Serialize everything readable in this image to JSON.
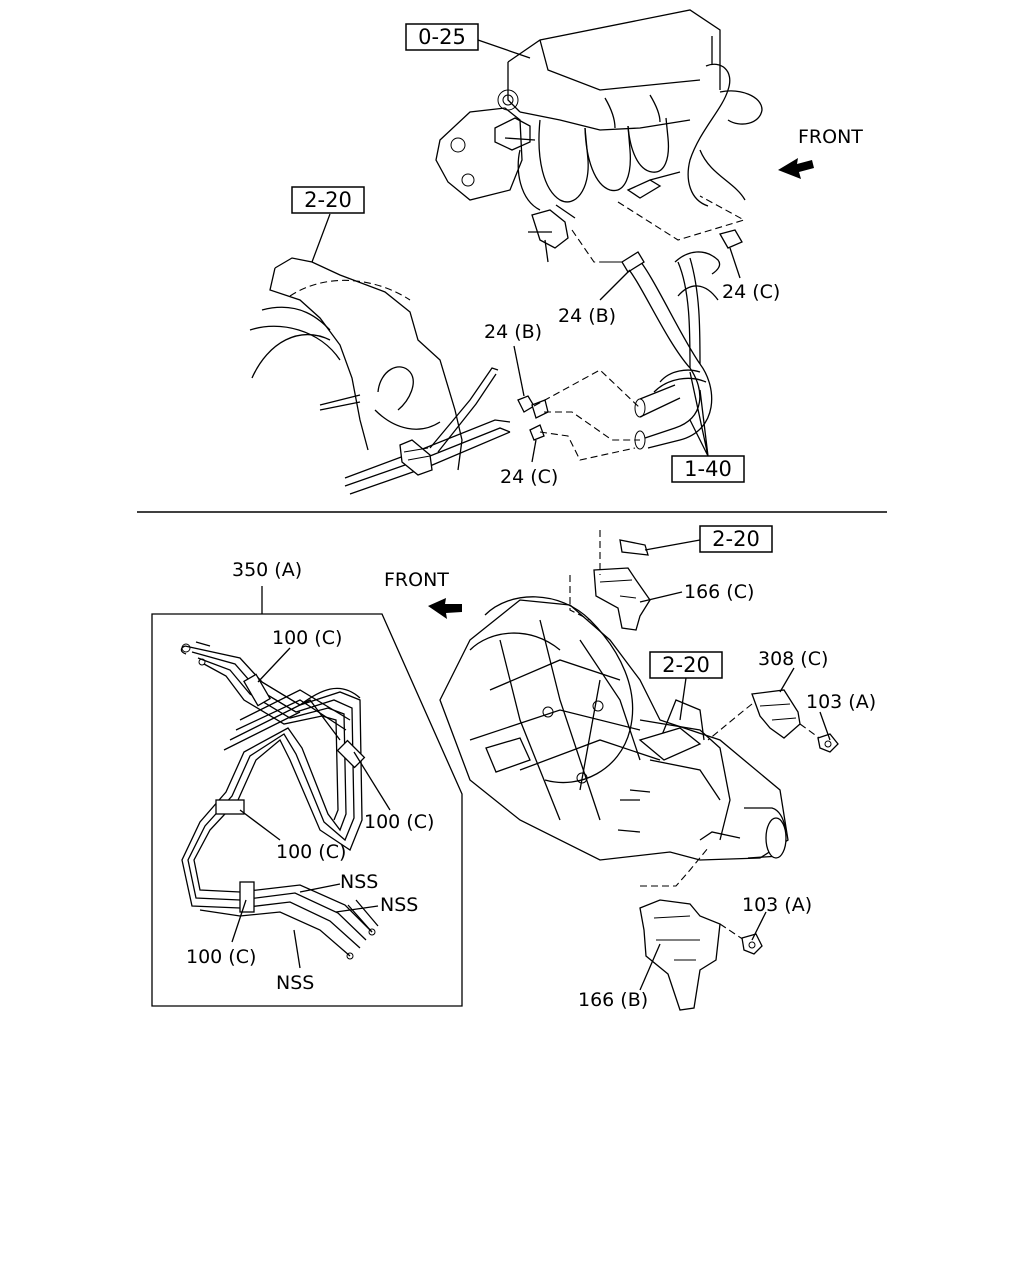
{
  "top_view": {
    "refs": {
      "intake_manifold": "0-25",
      "transmission_bell": "2-20",
      "hoses": "1-40"
    },
    "labels": {
      "clamp_b_upper": "24 (B)",
      "clamp_c_upper": "24 (C)",
      "clamp_b_lower": "24 (B)",
      "clamp_c_lower": "24 (C)",
      "front": "FRONT"
    }
  },
  "bottom_view": {
    "refs": {
      "bolt_ref": "2-20",
      "transmission_ref": "2-20"
    },
    "labels": {
      "pipe_assembly": "350 (A)",
      "front": "FRONT",
      "bracket_upper": "166 (C)",
      "bracket_right": "308 (C)",
      "nut_upper": "103 (A)",
      "nut_lower": "103 (A)",
      "bracket_lower": "166 (B)",
      "clip_1": "100 (C)",
      "clip_2": "100 (C)",
      "clip_3": "100 (C)",
      "clip_4": "100 (C)",
      "nss_1": "NSS",
      "nss_2": "NSS",
      "nss_3": "NSS"
    }
  }
}
